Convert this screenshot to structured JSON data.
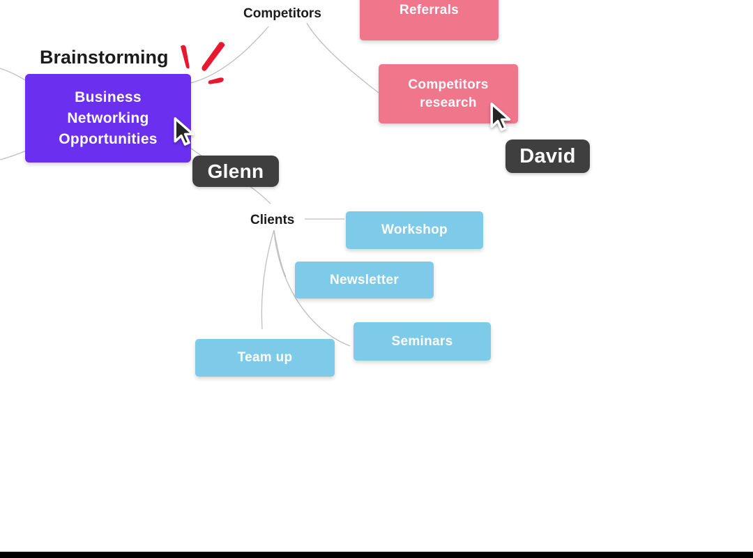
{
  "board": {
    "heading": "Brainstorming",
    "branch_labels": {
      "competitors": "Competitors",
      "clients": "Clients"
    }
  },
  "nodes": {
    "root": {
      "label": "Business Networking Opportunities"
    },
    "referrals": {
      "label": "Referrals"
    },
    "competitors_research": {
      "label": "Competitors research"
    },
    "workshop": {
      "label": "Workshop"
    },
    "newsletter": {
      "label": "Newsletter"
    },
    "seminars": {
      "label": "Seminars"
    },
    "team_up": {
      "label": "Team up"
    }
  },
  "cursors": {
    "glenn": {
      "name": "Glenn"
    },
    "david": {
      "name": "David"
    }
  },
  "colors": {
    "node_root": "#6B2FF0",
    "node_pink": "#F0768C",
    "node_blue": "#7ECBE9",
    "node_text": "#FFFFFF",
    "label_text": "#1B1B1B",
    "cursor_label_bg": "#3F3F3F",
    "cursor_arrow": "#262626",
    "connector": "#BFBFBF",
    "accent_red": "#E7182F",
    "bottom_bar": "#000000"
  }
}
